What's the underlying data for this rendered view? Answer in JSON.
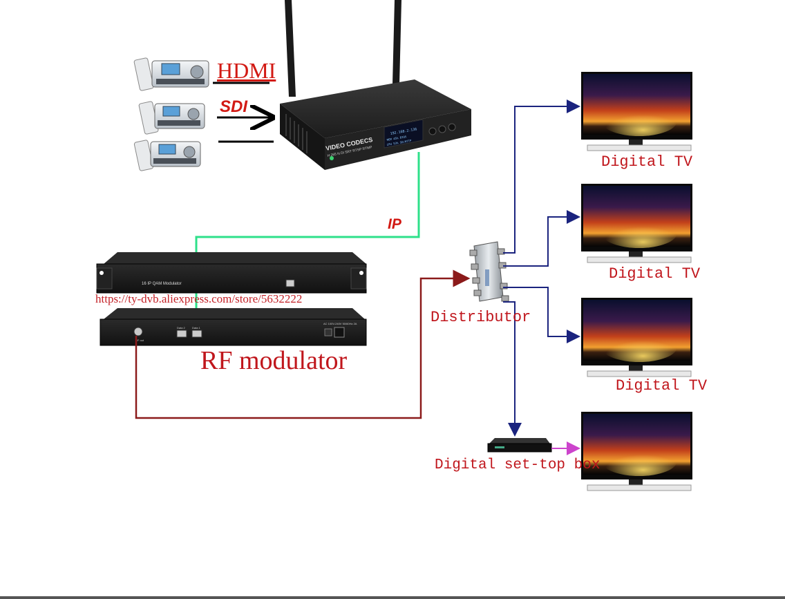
{
  "inputs": {
    "hdmi": "HDMI",
    "sdi": "SDI"
  },
  "encoder": {
    "brand_text": "VIDEO CODECS",
    "sub_text": "H.265 N DI SRT RTSP RTMP",
    "screen_ip": "192.168.2.136",
    "screen_line2": "MEM 45%  BIOS",
    "screen_line3": "CPU 53%  SD/HTTP"
  },
  "ip_label": "IP",
  "modulator": {
    "front_text": "16 IP QAM Modulator",
    "watermark": "https://ty-dvb.aliexpress.com/store/5632222",
    "rear_power": "AC 100V-240V 50/60Hz 2A",
    "rear_data2": "Data 2",
    "rear_data1": "Data 1",
    "rear_rfout": "RF out",
    "label": "RF modulator"
  },
  "distributor_label": "Distributor",
  "tv_labels": [
    "Digital TV",
    "Digital TV",
    "Digital TV"
  ],
  "stb_label": "Digital set-top box",
  "colors": {
    "label_red": "#c0161c",
    "ip_line": "#2ee08a",
    "rf_line": "#8b1a1a",
    "dist_line": "#1a237e",
    "stb_to_tv": "#cc44cc"
  }
}
